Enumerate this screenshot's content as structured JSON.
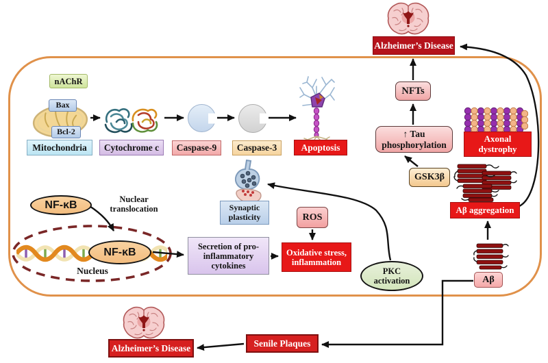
{
  "top": {
    "alzheimers": "Alzheimer’s Disease"
  },
  "apoptosis_row": {
    "nachr": "nAChR",
    "bax": "Bax",
    "bcl2": "Bcl-2",
    "mitochondria": "Mitochondria",
    "cytochrome_c": "Cytochrome c",
    "caspase9": "Caspase-9",
    "caspase3": "Caspase-3",
    "apoptosis": "Apoptosis"
  },
  "nfkb": {
    "label": "NF-κB",
    "nuclear_line1": "Nuclear",
    "nuclear_line2": "translocation",
    "nucleus": "Nucleus"
  },
  "center": {
    "secretion_line1": "Secretion of pro-",
    "secretion_line2": "inflammatory",
    "secretion_line3": "cytokines",
    "oxidative_line1": "Oxidative stress,",
    "oxidative_line2": "inflammation",
    "ros": "ROS",
    "synaptic_line1": "Synaptic",
    "synaptic_line2": "plasticity",
    "pkc_line1": "PKC",
    "pkc_line2": "activation"
  },
  "right": {
    "nfts": "NFTs",
    "tau_line1": "↑ Tau",
    "tau_line2": "phosphorylation",
    "gsk3b": "GSK3β",
    "axonal_line1": "Axonal",
    "axonal_line2": "dystrophy",
    "abeta_aggregation": "Aβ aggregation",
    "abeta": "Aβ"
  },
  "bottom": {
    "senile_plaques": "Senile Plaques",
    "alzheimers": "Alzheimer’s Disease"
  },
  "colors": {
    "membrane": "#e0914a",
    "red_label": "#e71818",
    "dark_red_label": "#b5121b",
    "bright_red_label": "#d62020",
    "nfkb_fill": "#f3bd7f",
    "pkc_fill": "#d3e5bb"
  }
}
